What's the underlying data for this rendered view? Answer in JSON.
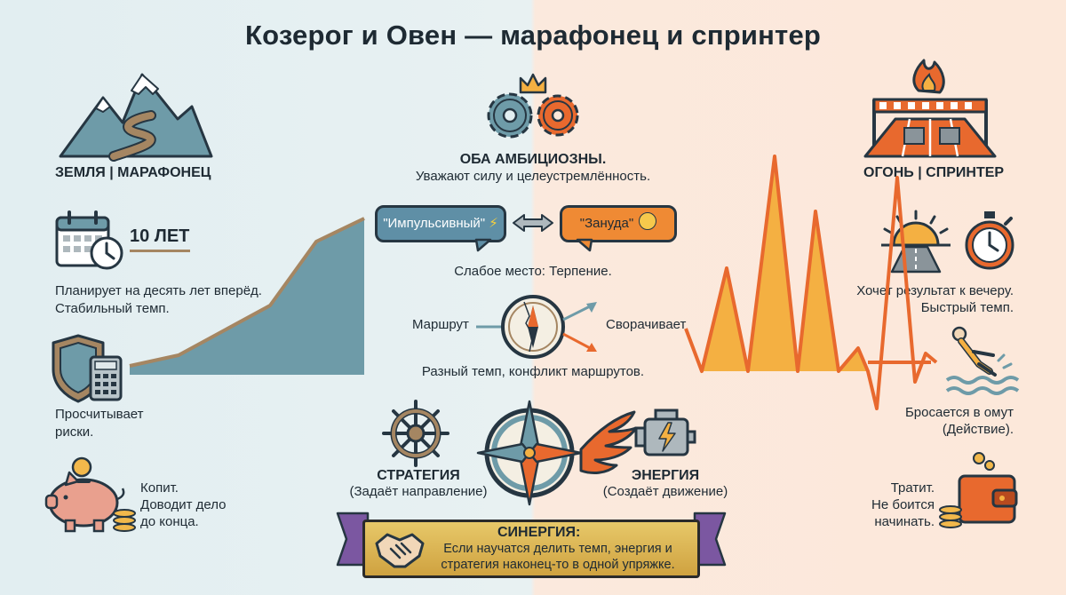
{
  "title": "Козерог и Овен — марафонец и спринтер",
  "left": {
    "header": "ЗЕМЛЯ | МАРАФОНЕЦ",
    "years_badge": "10 ЛЕТ",
    "plan_line1": "Планирует на десять лет вперёд.",
    "plan_line2": "Стабильный темп.",
    "risk_line1": "Просчитывает",
    "risk_line2": "риски.",
    "save_line1": "Копит.",
    "save_line2": "Доводит дело",
    "save_line3": "до конца."
  },
  "center": {
    "ambition_title": "ОБА АМБИЦИОЗНЫ.",
    "ambition_text": "Уважают силу и целеустремлённость.",
    "bubble_left": "\"Импульсивный\"",
    "bubble_right": "\"Зануда\"",
    "weak_point": "Слабое место: Терпение.",
    "route_left": "Маршрут",
    "route_right": "Сворачивает",
    "route_caption": "Разный темп, конфликт маршрутов.",
    "strategy_title": "СТРАТЕГИЯ",
    "strategy_text": "(Задаёт направление)",
    "energy_title": "ЭНЕРГИЯ",
    "energy_text": "(Создаёт движение)"
  },
  "synergy": {
    "title": "СИНЕРГИЯ:",
    "line1": "Если научатся делить темп, энергия и",
    "line2": "стратегия наконец-то в одной упряжке."
  },
  "right": {
    "header": "ОГОНЬ | СПРИНТЕР",
    "result_line1": "Хочет результат к вечеру.",
    "result_line2": "Быстрый темп.",
    "dive_line1": "Бросается в омут",
    "dive_line2": "(Действие).",
    "spend_line1": "Тратит.",
    "spend_line2": "Не боится",
    "spend_line3": "начинать."
  },
  "colors": {
    "teal": "#6e9ba8",
    "orange": "#e8692e",
    "yellow": "#f4b042",
    "navy": "#263642",
    "gold": "#d9b04f"
  },
  "icons": [
    "mountain-icon",
    "calendar-clock-icon",
    "shield-calculator-icon",
    "piggy-bank-icon",
    "gears-crown-icon",
    "compass-icon",
    "ship-wheel-icon",
    "winged-compass-icon",
    "engine-icon",
    "handshake-icon",
    "finish-line-fire-icon",
    "sunrise-icon",
    "stopwatch-icon",
    "diver-icon",
    "wallet-icon"
  ]
}
